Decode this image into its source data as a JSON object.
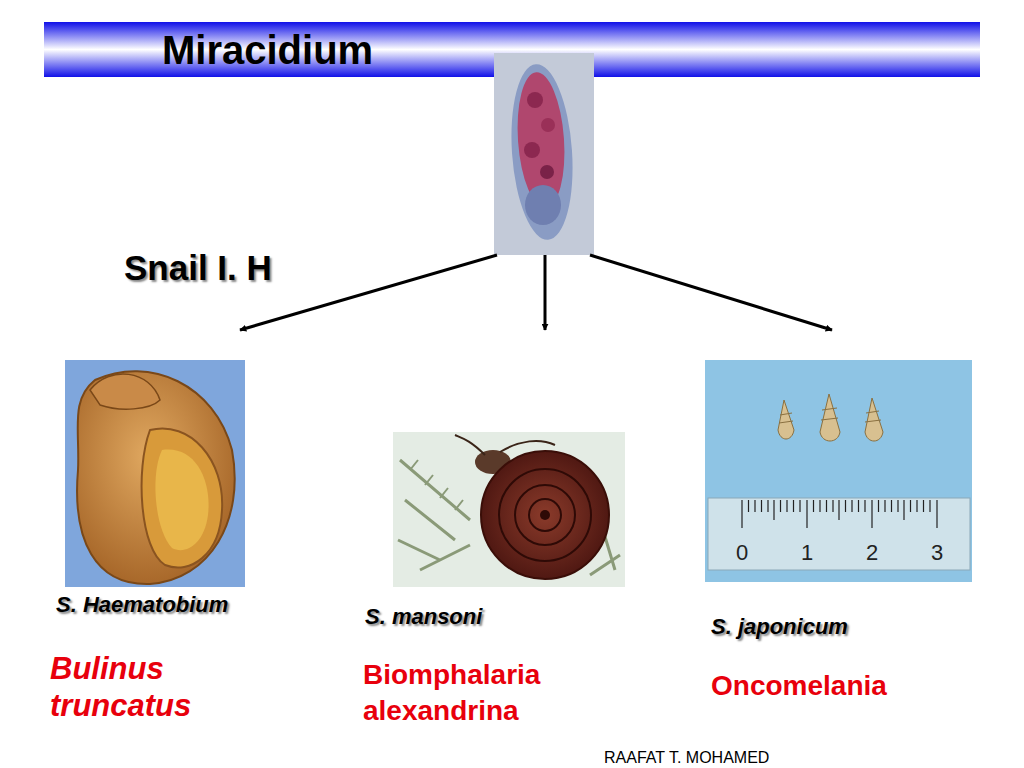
{
  "diagram": {
    "nodes": [
      {
        "text": [
          "Miracidium"
        ]
      },
      {
        "text": [
          "S. Haematobium",
          "Bulinus truncatus"
        ]
      },
      {
        "text": [
          "S. mansoni",
          "Biomphalaria alexandrina"
        ]
      },
      {
        "text": [
          "S. japonicum",
          "Oncomelania"
        ]
      }
    ],
    "edges": [
      {
        "from": 0,
        "to": 1,
        "arrow": "to"
      },
      {
        "from": 0,
        "to": 2,
        "arrow": "to"
      },
      {
        "from": 0,
        "to": 3,
        "arrow": "to"
      }
    ],
    "labels": [
      "Snail I. H",
      "0",
      "1",
      "2",
      "3",
      "RAAFAT T. MOHAMED"
    ]
  }
}
